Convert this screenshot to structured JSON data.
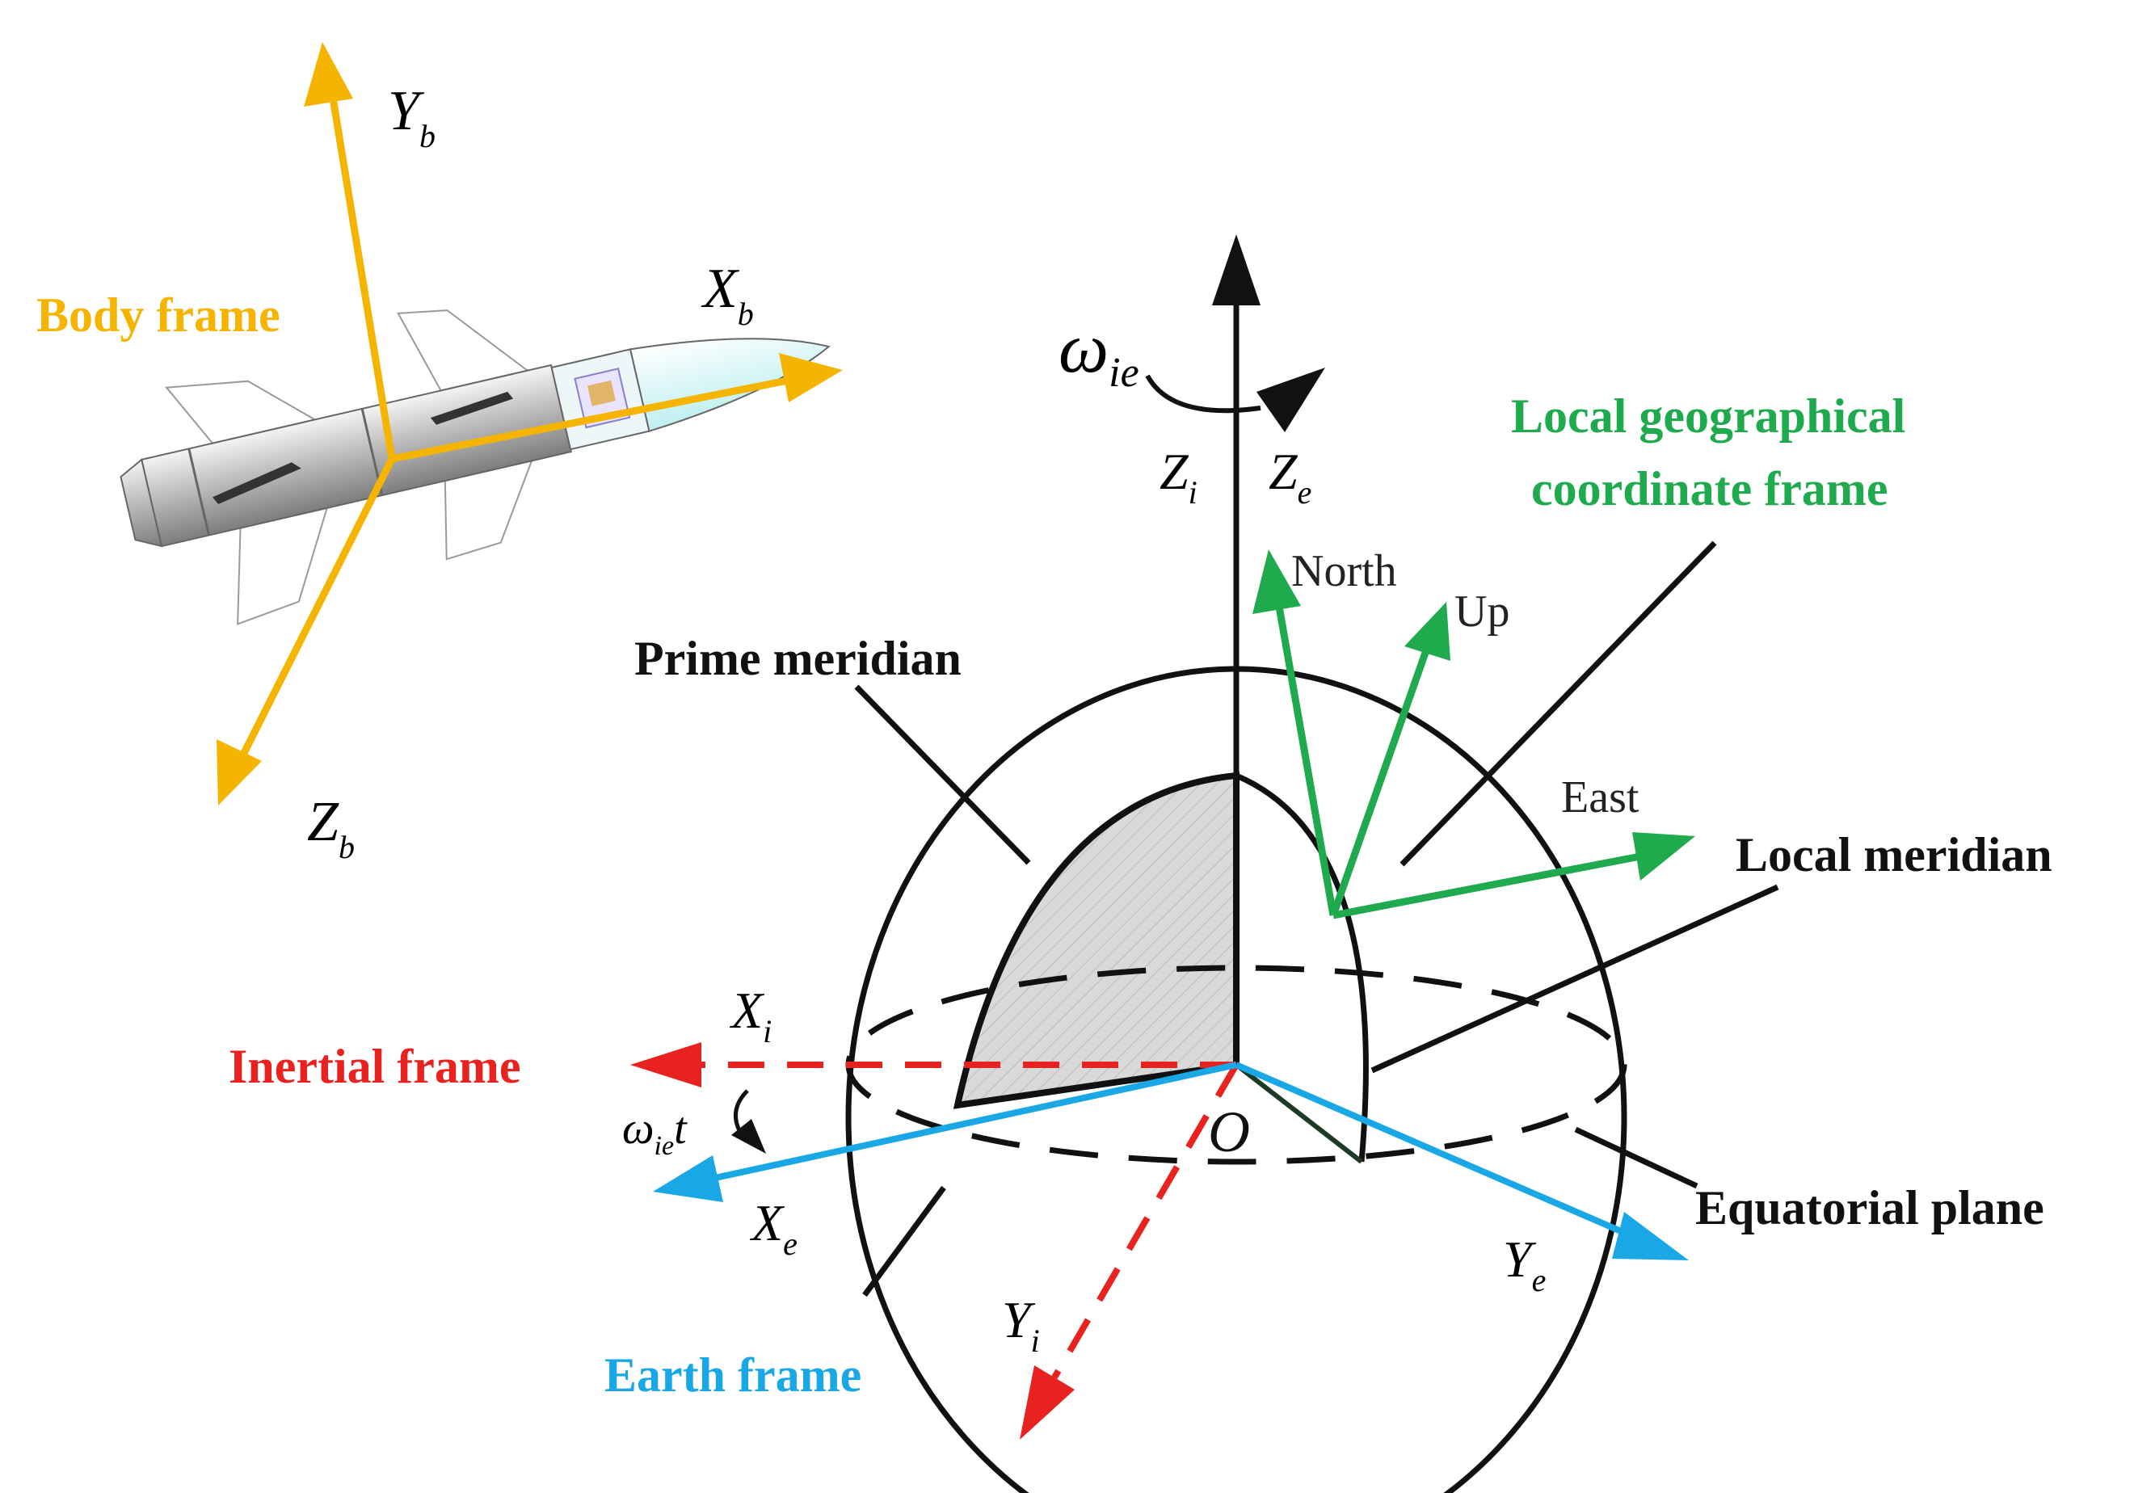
{
  "colors": {
    "body": "#F5B400",
    "local": "#1FAA4E",
    "inertial": "#E8221E",
    "earth": "#19A7E6",
    "black": "#111111"
  },
  "labels": {
    "body_frame": "Body frame",
    "yb": {
      "main": "Y",
      "sub": "b"
    },
    "xb": {
      "main": "X",
      "sub": "b"
    },
    "zb": {
      "main": "Z",
      "sub": "b"
    },
    "omega_ie": {
      "main": "ω",
      "sub": "ie"
    },
    "zi": {
      "main": "Z",
      "sub": "i"
    },
    "ze": {
      "main": "Z",
      "sub": "e"
    },
    "local_frame_line1": "Local geographical",
    "local_frame_line2": "coordinate frame",
    "north": "North",
    "up": "Up",
    "east": "East",
    "prime_meridian": "Prime meridian",
    "local_meridian": "Local meridian",
    "xi": {
      "main": "X",
      "sub": "i"
    },
    "inertial_frame": "Inertial frame",
    "omega_ie_t": {
      "main": "ω",
      "sub": "ie",
      "tail": "t"
    },
    "origin": "O",
    "xe": {
      "main": "X",
      "sub": "e"
    },
    "ye": {
      "main": "Y",
      "sub": "e"
    },
    "yi": {
      "main": "Y",
      "sub": "i"
    },
    "equatorial_plane": "Equatorial plane",
    "earth_frame": "Earth frame"
  }
}
